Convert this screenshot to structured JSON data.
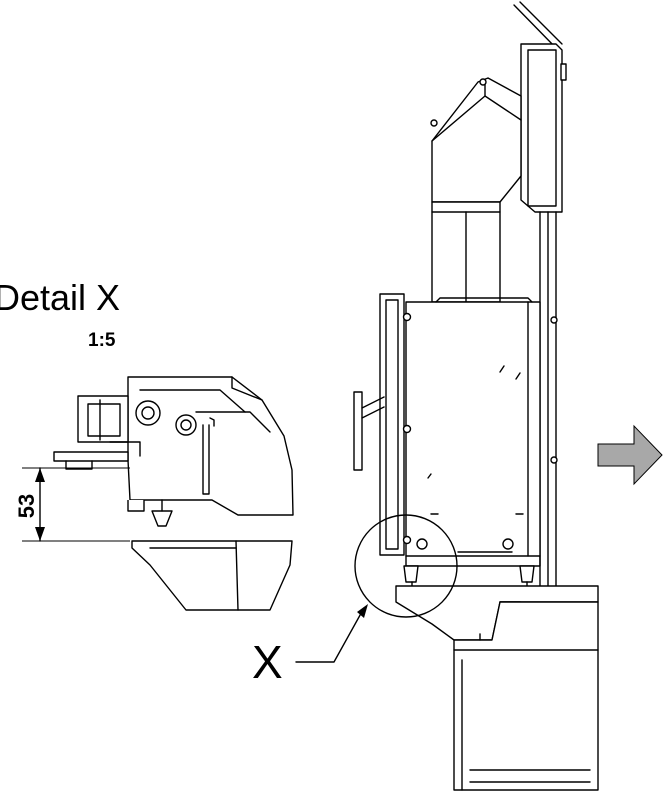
{
  "detail": {
    "title": "Detail X",
    "scale": "1:5",
    "dimension": "53"
  },
  "callout": {
    "label": "X"
  },
  "colors": {
    "arrow": "#a8a8a8",
    "line": "#000000"
  },
  "icons": {
    "direction_arrow": "right-arrow-icon"
  }
}
